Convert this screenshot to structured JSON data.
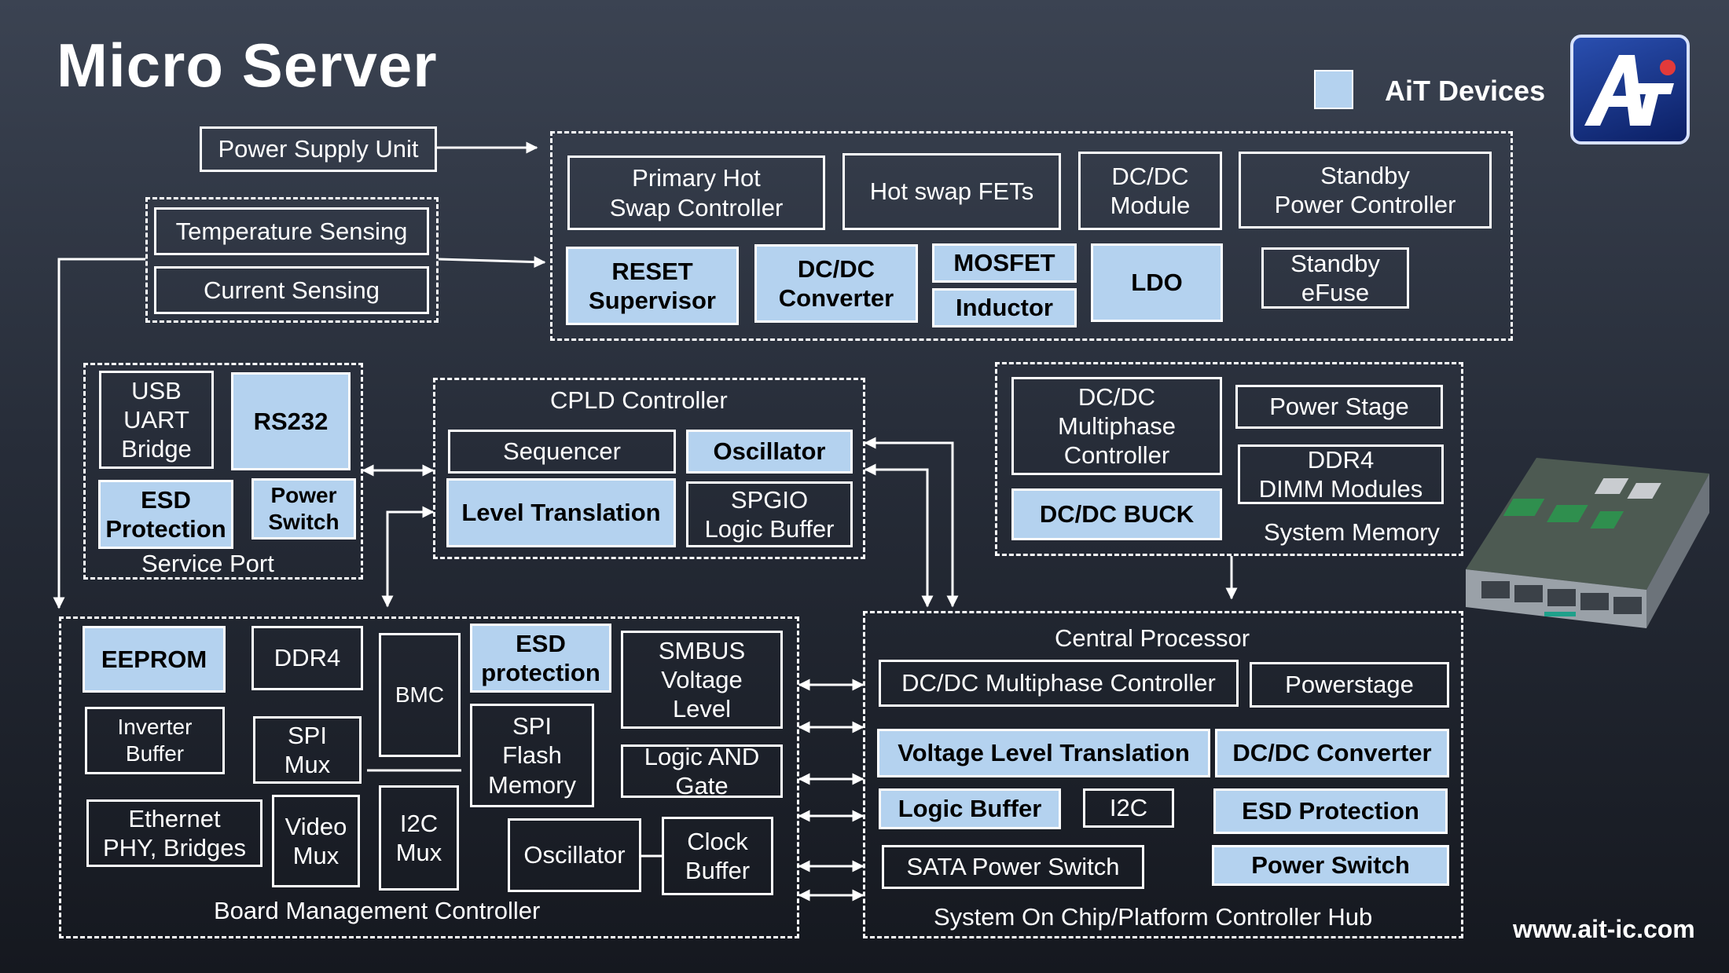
{
  "title": "Micro Server",
  "legend": {
    "label": "AiT Devices",
    "color": "#b4d2ef"
  },
  "website": "www.ait-ic.com",
  "psu": "Power Supply Unit",
  "sensing": {
    "temperature": "Temperature Sensing",
    "current": "Current Sensing"
  },
  "power": {
    "primary_hot_swap": "Primary Hot\nSwap Controller",
    "hot_swap_fets": "Hot swap FETs",
    "dcdc_module": "DC/DC\nModule",
    "standby_power_controller": "Standby\nPower Controller",
    "reset_supervisor": "RESET\nSupervisor",
    "dcdc_converter": "DC/DC\nConverter",
    "mosfet": "MOSFET",
    "inductor": "Inductor",
    "ldo": "LDO",
    "standby_efuse": "Standby\neFuse"
  },
  "service_port": {
    "label": "Service Port",
    "usb_uart": "USB\nUART\nBridge",
    "rs232": "RS232",
    "esd": "ESD\nProtection",
    "power_switch": "Power\nSwitch"
  },
  "cpld": {
    "label": "CPLD Controller",
    "sequencer": "Sequencer",
    "oscillator": "Oscillator",
    "level_translation": "Level Translation",
    "spgio": "SPGIO\nLogic Buffer"
  },
  "memory": {
    "label": "System Memory",
    "dcdc_multiphase": "DC/DC\nMultiphase\nController",
    "power_stage": "Power Stage",
    "ddr4_dimm": "DDR4\nDIMM Modules",
    "dcdc_buck": "DC/DC BUCK"
  },
  "bmc": {
    "label": "Board Management Controller",
    "eeprom": "EEPROM",
    "ddr4": "DDR4",
    "bmc": "BMC",
    "esd": "ESD\nprotection",
    "smbus": "SMBUS\nVoltage\nLevel",
    "inverter": "Inverter\nBuffer",
    "spi_mux": "SPI\nMux",
    "spi_flash": "SPI\nFlash\nMemory",
    "logic_and": "Logic AND\nGate",
    "ethernet": "Ethernet\nPHY, Bridges",
    "video_mux": "Video\nMux",
    "i2c_mux": "I2C\nMux",
    "oscillator": "Oscillator",
    "clock_buffer": "Clock\nBuffer"
  },
  "cpu": {
    "title": "Central Processor",
    "subtitle": "System On Chip/Platform Controller Hub",
    "dcdc_multiphase": "DC/DC Multiphase Controller",
    "powerstage": "Powerstage",
    "voltage_level": "Voltage Level Translation",
    "dcdc_converter": "DC/DC Converter",
    "logic_buffer": "Logic Buffer",
    "i2c": "I2C",
    "esd": "ESD Protection",
    "sata": "SATA Power Switch",
    "power_switch": "Power Switch"
  }
}
